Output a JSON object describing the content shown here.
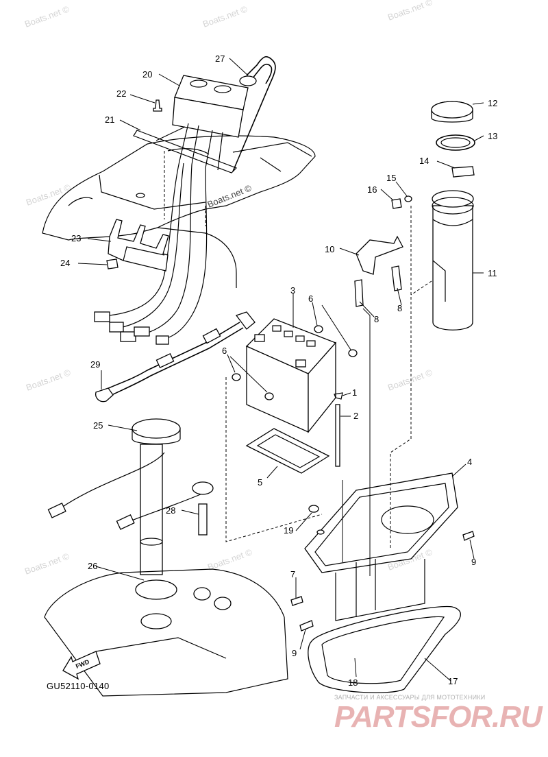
{
  "callouts": [
    {
      "label": "1"
    },
    {
      "label": "2"
    },
    {
      "label": "3"
    },
    {
      "label": "4"
    },
    {
      "label": "5"
    },
    {
      "label": "6"
    },
    {
      "label": "6"
    },
    {
      "label": "7"
    },
    {
      "label": "8"
    },
    {
      "label": "8"
    },
    {
      "label": "9"
    },
    {
      "label": "9"
    },
    {
      "label": "10"
    },
    {
      "label": "11"
    },
    {
      "label": "12"
    },
    {
      "label": "13"
    },
    {
      "label": "14"
    },
    {
      "label": "15"
    },
    {
      "label": "16"
    },
    {
      "label": "17"
    },
    {
      "label": "18"
    },
    {
      "label": "19"
    },
    {
      "label": "20"
    },
    {
      "label": "21"
    },
    {
      "label": "22"
    },
    {
      "label": "23"
    },
    {
      "label": "24"
    },
    {
      "label": "25"
    },
    {
      "label": "26"
    },
    {
      "label": "27"
    },
    {
      "label": "28"
    },
    {
      "label": "29"
    }
  ],
  "watermark": "Boats.net ©",
  "fwd_label": "FWD",
  "diagram_code": "GU52110-0140",
  "brand_subtitle": "ЗАПЧАСТИ И АКСЕССУАРЫ ДЛЯ МОТОТЕХНИКИ",
  "brand_name": "PARTSFOR.RU",
  "colors": {
    "line": "#000000",
    "watermark": "#d4d4d4",
    "brand": "#e8b3b3"
  }
}
